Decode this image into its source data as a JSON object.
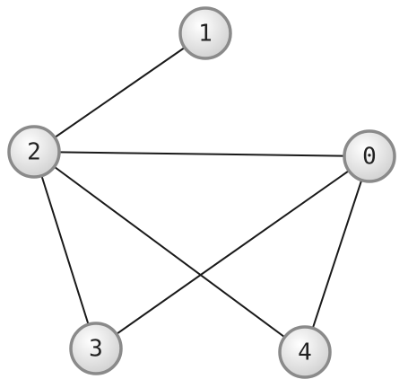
{
  "graph": {
    "nodes": [
      {
        "id": "0",
        "label": "0"
      },
      {
        "id": "1",
        "label": "1"
      },
      {
        "id": "2",
        "label": "2"
      },
      {
        "id": "3",
        "label": "3"
      },
      {
        "id": "4",
        "label": "4"
      }
    ],
    "edges": [
      {
        "from": "1",
        "to": "2"
      },
      {
        "from": "2",
        "to": "0"
      },
      {
        "from": "2",
        "to": "3"
      },
      {
        "from": "2",
        "to": "4"
      },
      {
        "from": "0",
        "to": "3"
      },
      {
        "from": "0",
        "to": "4"
      }
    ],
    "colors": {
      "node_fill_light": "#ffffff",
      "node_fill_dark": "#cfcfcf",
      "node_stroke": "#8a8a8a",
      "edge": "#1a1a1a",
      "label": "#222222"
    }
  }
}
